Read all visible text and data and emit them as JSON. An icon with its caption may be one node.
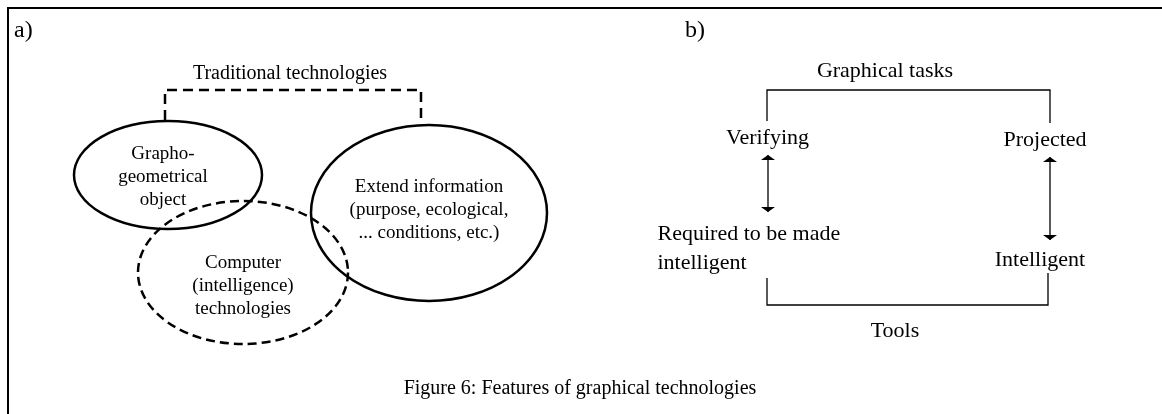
{
  "diagram": {
    "caption": "Figure 6: Features of graphical technologies",
    "nodes": [
      {
        "text": [
          "Grapho-geometrical object"
        ]
      },
      {
        "text": [
          "Computer (intelligence) technologies"
        ]
      },
      {
        "text": [
          "Extend information (purpose, ecological, ... conditions, etc.)"
        ]
      },
      {
        "text": [
          "Verifying"
        ]
      },
      {
        "text": [
          "Projected"
        ]
      },
      {
        "text": [
          "Required to be made intelligent"
        ]
      },
      {
        "text": [
          "Intelligent"
        ]
      }
    ],
    "edges": [
      {
        "from": 0,
        "to": 2,
        "arrow": "none",
        "label": "Traditional technologies",
        "style": "dashed"
      },
      {
        "from": 3,
        "to": 4,
        "arrow": "none",
        "label": "Graphical tasks"
      },
      {
        "from": 3,
        "to": 5,
        "arrow": "both"
      },
      {
        "from": 4,
        "to": 6,
        "arrow": "both"
      },
      {
        "from": 5,
        "to": 6,
        "arrow": "none",
        "label": "Tools"
      }
    ],
    "labels": [
      "a)",
      "b)"
    ]
  }
}
